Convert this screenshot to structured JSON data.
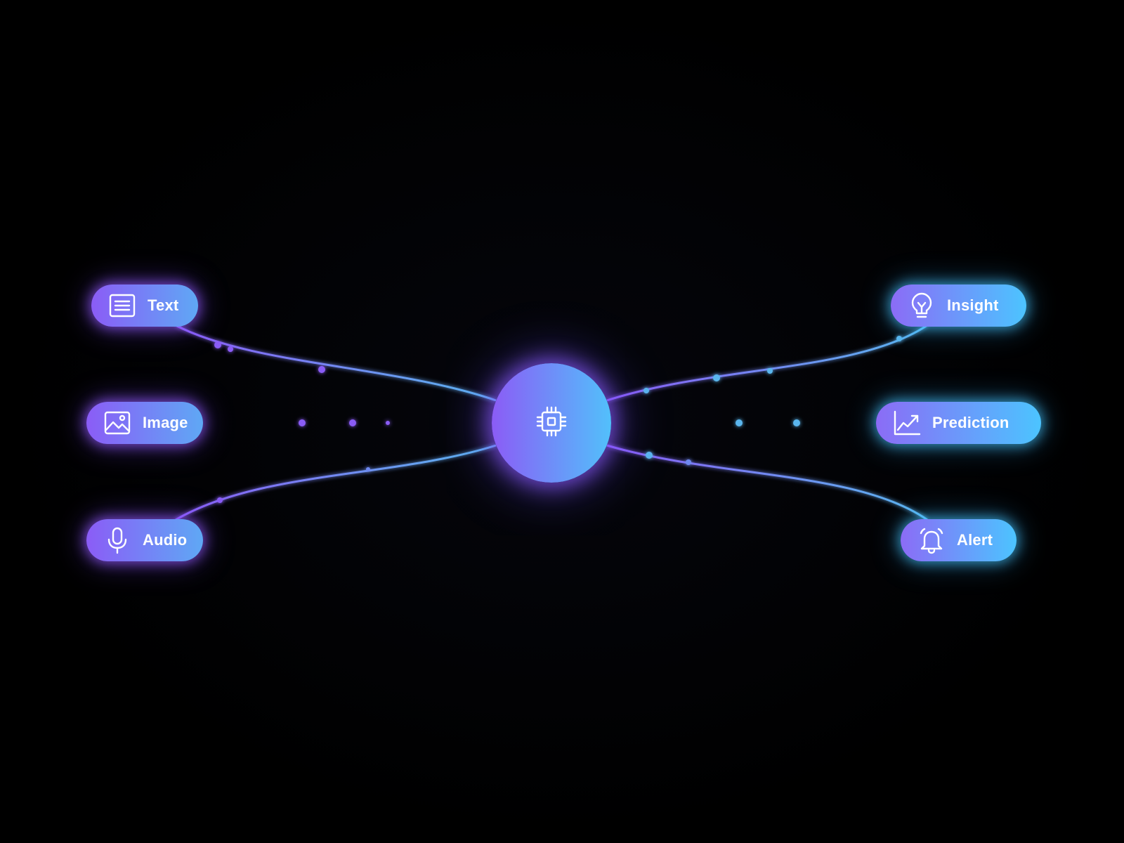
{
  "colors": {
    "background": "#000000",
    "purple": "#8b5cf6",
    "violet": "#7c6cff",
    "cyan": "#4cc4ff",
    "line_purple": "#8a5cf6",
    "line_cyan": "#4fb8e8"
  },
  "hub": {
    "icon": "chip-icon"
  },
  "inputs": [
    {
      "label": "Text",
      "icon": "text-document-icon"
    },
    {
      "label": "Image",
      "icon": "image-icon"
    },
    {
      "label": "Audio",
      "icon": "microphone-icon"
    }
  ],
  "outputs": [
    {
      "label": "Insight",
      "icon": "lightbulb-icon"
    },
    {
      "label": "Prediction",
      "icon": "trend-chart-icon"
    },
    {
      "label": "Alert",
      "icon": "bell-icon"
    }
  ]
}
